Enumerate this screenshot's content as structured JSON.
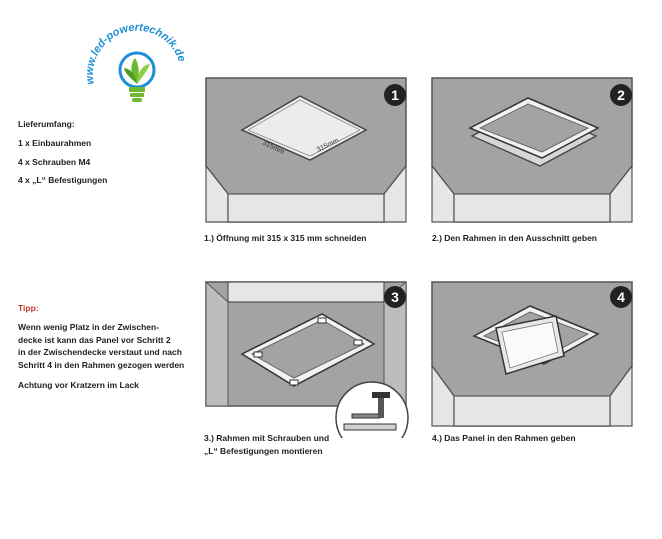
{
  "logo": {
    "url_text": "www.led-powertechnik.de"
  },
  "sidebar": {
    "lieferumfang_title": "Lieferumfang:",
    "items": [
      "1 x Einbaurahmen",
      "4 x Schrauben M4",
      "4 x „L“ Befestigungen"
    ]
  },
  "tipp": {
    "title": "Tipp:",
    "lines": [
      "Wenn wenig Platz in der Zwischen-",
      "decke ist kann das Panel vor Schritt 2",
      "in der Zwischendecke verstaut und nach",
      "Schritt 4 in den Rahmen gezogen werden"
    ],
    "warning": "Achtung vor Kratzern im Lack"
  },
  "steps": [
    {
      "number": "1",
      "dim_a": "315mm",
      "dim_b": "315mm",
      "caption": "1.) Öffnung mit 315 x 315 mm schneiden"
    },
    {
      "number": "2",
      "caption": "2.) Den Rahmen in den Ausschnitt geben"
    },
    {
      "number": "3",
      "caption_line1": "3.) Rahmen mit Schrauben und",
      "caption_line2": "„L“ Befestigungen montieren"
    },
    {
      "number": "4",
      "caption": "4.) Das Panel in den Rahmen geben"
    }
  ],
  "colors": {
    "ceiling": "#a3a3a3",
    "wall": "#e6e6e6",
    "line": "#555555",
    "tipp": "#c0392b",
    "logo_blue": "#1e8fd6",
    "logo_green": "#6ab92f"
  }
}
